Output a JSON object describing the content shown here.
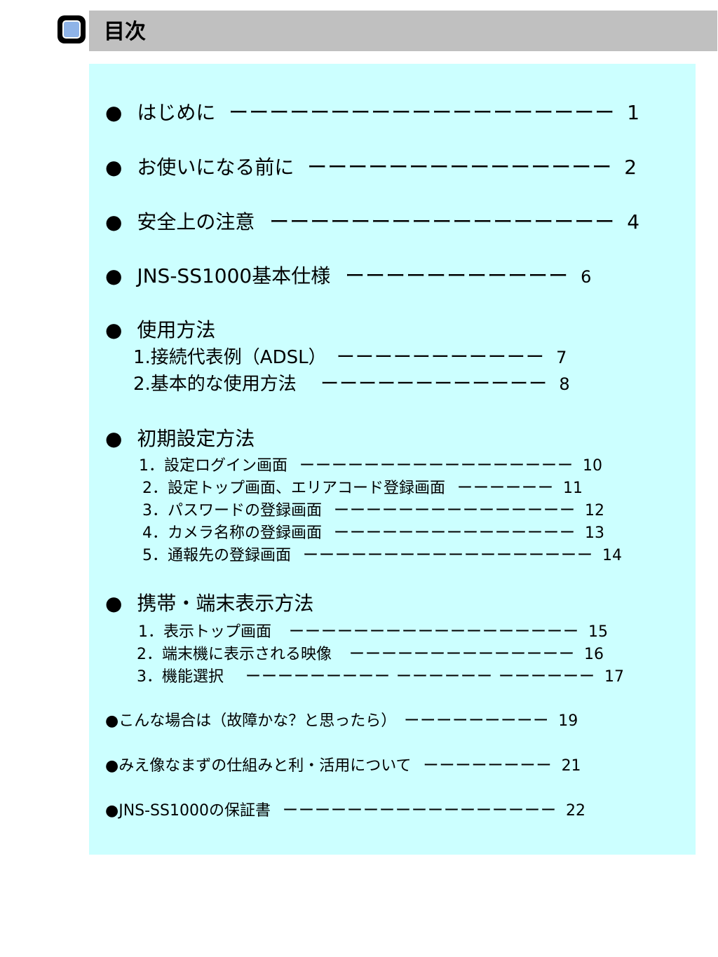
{
  "header": {
    "title": "目次"
  },
  "toc": {
    "items": [
      {
        "bullet": "●",
        "label": "はじめに",
        "dash": "ーーーーーーーーーーーーーーーーーーー",
        "page": "1"
      },
      {
        "bullet": "●",
        "label": "お使いになる前に",
        "dash": "ーーーーーーーーーーーーーーー",
        "page": "2"
      },
      {
        "bullet": "●",
        "label": "安全上の注意",
        "dash": "ーーーーーーーーーーーーーーーーー",
        "page": "4"
      },
      {
        "bullet": "●",
        "label": "JNS-SS1000基本仕様",
        "dash": "ーーーーーーーーーーー",
        "page": "6"
      },
      {
        "bullet": "●",
        "label": "使用方法"
      },
      {
        "label": "1.接続代表例（ADSL）",
        "dash": "ーーーーーーーーーーー",
        "page": "7"
      },
      {
        "label": "2.基本的な使用方法",
        "dash": "ーーーーーーーーーーーー",
        "page": "8"
      },
      {
        "bullet": "●",
        "label": "初期設定方法"
      },
      {
        "label": "1．設定ログイン画面",
        "dash": "ーーーーーーーーーーーーーーーーー",
        "page": "10"
      },
      {
        "label": "2．設定トップ画面、エリアコード登録画面",
        "dash": "ーーーーーー",
        "page": "11"
      },
      {
        "label": "3．パスワードの登録画面",
        "dash": "ーーーーーーーーーーーーーーー",
        "page": "12"
      },
      {
        "label": "4．カメラ名称の登録画面",
        "dash": "ーーーーーーーーーーーーーーー",
        "page": "13"
      },
      {
        "label": "5．通報先の登録画面",
        "dash": "ーーーーーーーーーーーーーーーーーー",
        "page": "14"
      },
      {
        "bullet": "●",
        "label": "携帯・端末表示方法"
      },
      {
        "label": "1．表示トップ画面",
        "dash": "ーーーーーーーーーーーーーーーーーー",
        "page": "15"
      },
      {
        "label": "2．端末機に表示される映像",
        "dash": "ーーーーーーーーーーーーーー",
        "page": "16"
      },
      {
        "label": "3．機能選択",
        "dash": "ーーーーーーーーー ーーーーーー ーーーーーー",
        "page": "17"
      },
      {
        "bullet": "●",
        "label": "こんな場合は（故障かな？と思ったら）",
        "dash": "ーーーーーーーーー",
        "page": "19"
      },
      {
        "bullet": "●",
        "label": "みえ像なまずの仕組みと利・活用について",
        "dash": "ーーーーーーーー",
        "page": "21"
      },
      {
        "bullet": "●",
        "label": "JNS-SS1000の保証書",
        "dash": "ーーーーーーーーーーーーーーーーー",
        "page": "22"
      }
    ]
  }
}
